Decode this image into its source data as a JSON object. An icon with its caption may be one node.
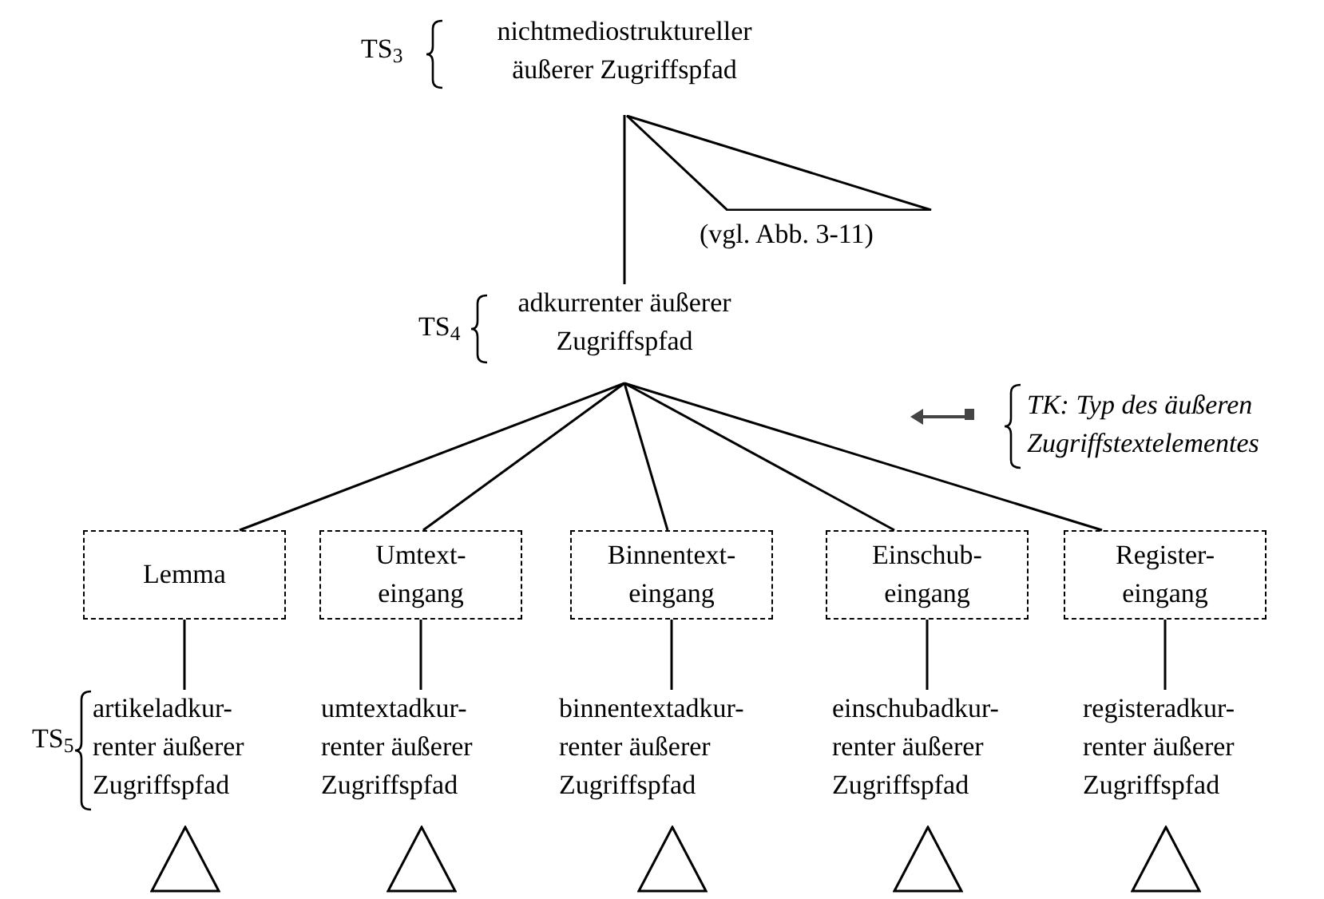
{
  "diagram": {
    "nodes": [
      {
        "text": [
          "nichtmediostruktureller äußerer Zugriffspfad"
        ],
        "beside": [
          "TS$_{3}$"
        ]
      },
      {
        "text": [],
        "shape": "triangle",
        "beside": [
          "(vgl. Abb. 3-11)"
        ]
      },
      {
        "text": [
          "adkurrenter äußerer Zugriffspfad"
        ],
        "beside": [
          "TS$_{4}$"
        ]
      },
      {
        "text": [
          "Lemma"
        ]
      },
      {
        "text": [
          "Umtext- eingang"
        ]
      },
      {
        "text": [
          "Binnentext- eingang"
        ]
      },
      {
        "text": [
          "Einschub- eingang"
        ]
      },
      {
        "text": [
          "Register- eingang"
        ]
      },
      {
        "text": [
          "artikeladkur- renter äußerer Zugriffspfad"
        ],
        "beside": [
          "TS$_{5}$"
        ]
      },
      {
        "text": [
          "umtextadkur- renter äußerer Zugriffspfad"
        ]
      },
      {
        "text": [
          "binnentextadkur- renter äußerer Zugriffspfad"
        ]
      },
      {
        "text": [
          "einschubadkur- renter äußerer Zugriffspfad"
        ]
      },
      {
        "text": [
          "registeradkur- renter äußerer Zugriffspfad"
        ]
      },
      {
        "text": [],
        "shape": "triangle"
      },
      {
        "text": [],
        "shape": "triangle"
      },
      {
        "text": [],
        "shape": "triangle"
      },
      {
        "text": [],
        "shape": "triangle"
      },
      {
        "text": [],
        "shape": "triangle"
      }
    ],
    "edges": [
      {
        "from": 0,
        "to": 2,
        "arrow": "none"
      },
      {
        "from": 2,
        "to": 3,
        "arrow": "none"
      },
      {
        "from": 2,
        "to": 4,
        "arrow": "none"
      },
      {
        "from": 2,
        "to": 5,
        "arrow": "none"
      },
      {
        "from": 2,
        "to": 6,
        "arrow": "none"
      },
      {
        "from": 2,
        "to": 7,
        "arrow": "none"
      },
      {
        "from": 3,
        "to": 8,
        "arrow": "none"
      },
      {
        "from": 4,
        "to": 9,
        "arrow": "none"
      },
      {
        "from": 5,
        "to": 10,
        "arrow": "none"
      },
      {
        "from": 6,
        "to": 11,
        "arrow": "none"
      },
      {
        "from": 7,
        "to": 12,
        "arrow": "none"
      }
    ],
    "labels": [
      "TK: Typ des äußeren Zugriffstextelementes"
    ]
  }
}
